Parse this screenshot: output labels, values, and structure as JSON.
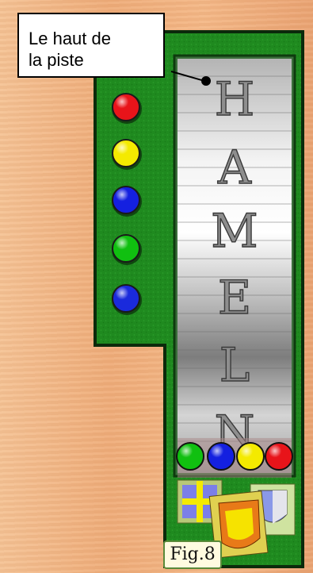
{
  "callout": {
    "lines": [
      "Le haut de",
      "la piste"
    ]
  },
  "track": {
    "letters": [
      "H",
      "A",
      "M",
      "E",
      "L",
      "N"
    ]
  },
  "side_pieces": [
    {
      "color": "red",
      "hex": "#e8141a"
    },
    {
      "color": "yellow",
      "hex": "#f4ea00"
    },
    {
      "color": "blue",
      "hex": "#1420e0"
    },
    {
      "color": "green",
      "hex": "#10c010"
    },
    {
      "color": "blue",
      "hex": "#1a2adc"
    }
  ],
  "bottom_pieces": [
    {
      "color": "green",
      "hex": "#10c010"
    },
    {
      "color": "blue",
      "hex": "#1420e0"
    },
    {
      "color": "yellow",
      "hex": "#f4ea00"
    },
    {
      "color": "red",
      "hex": "#e8141a"
    }
  ],
  "figure_label": "Fig.8",
  "colors": {
    "board_green": "#1f8a1f",
    "border": "#0b2a0b",
    "track_silver": "#c9c9c9"
  }
}
